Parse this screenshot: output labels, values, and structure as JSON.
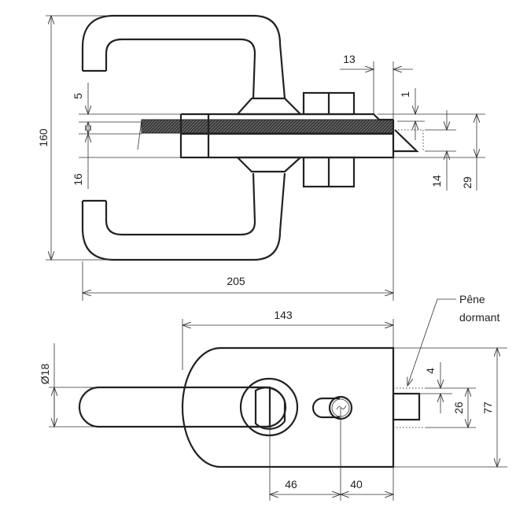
{
  "top_view": {
    "dims": {
      "height_total": "160",
      "glass_top": "5",
      "glass_bottom": "16",
      "width_total": "205",
      "offset": "13",
      "gap": "1",
      "latch": "14",
      "plate": "29"
    }
  },
  "front_view": {
    "dims": {
      "body_width": "143",
      "rose_diameter": "Ø18",
      "handle_to_cyl": "46",
      "cyl_to_edge": "40",
      "bolt_offset": "4",
      "bolt_height": "26",
      "body_height": "77"
    },
    "callout": {
      "line1": "Pêne",
      "line2": "dormant"
    }
  },
  "colors": {
    "line": "#222222",
    "glass": "#3a3a3a"
  }
}
